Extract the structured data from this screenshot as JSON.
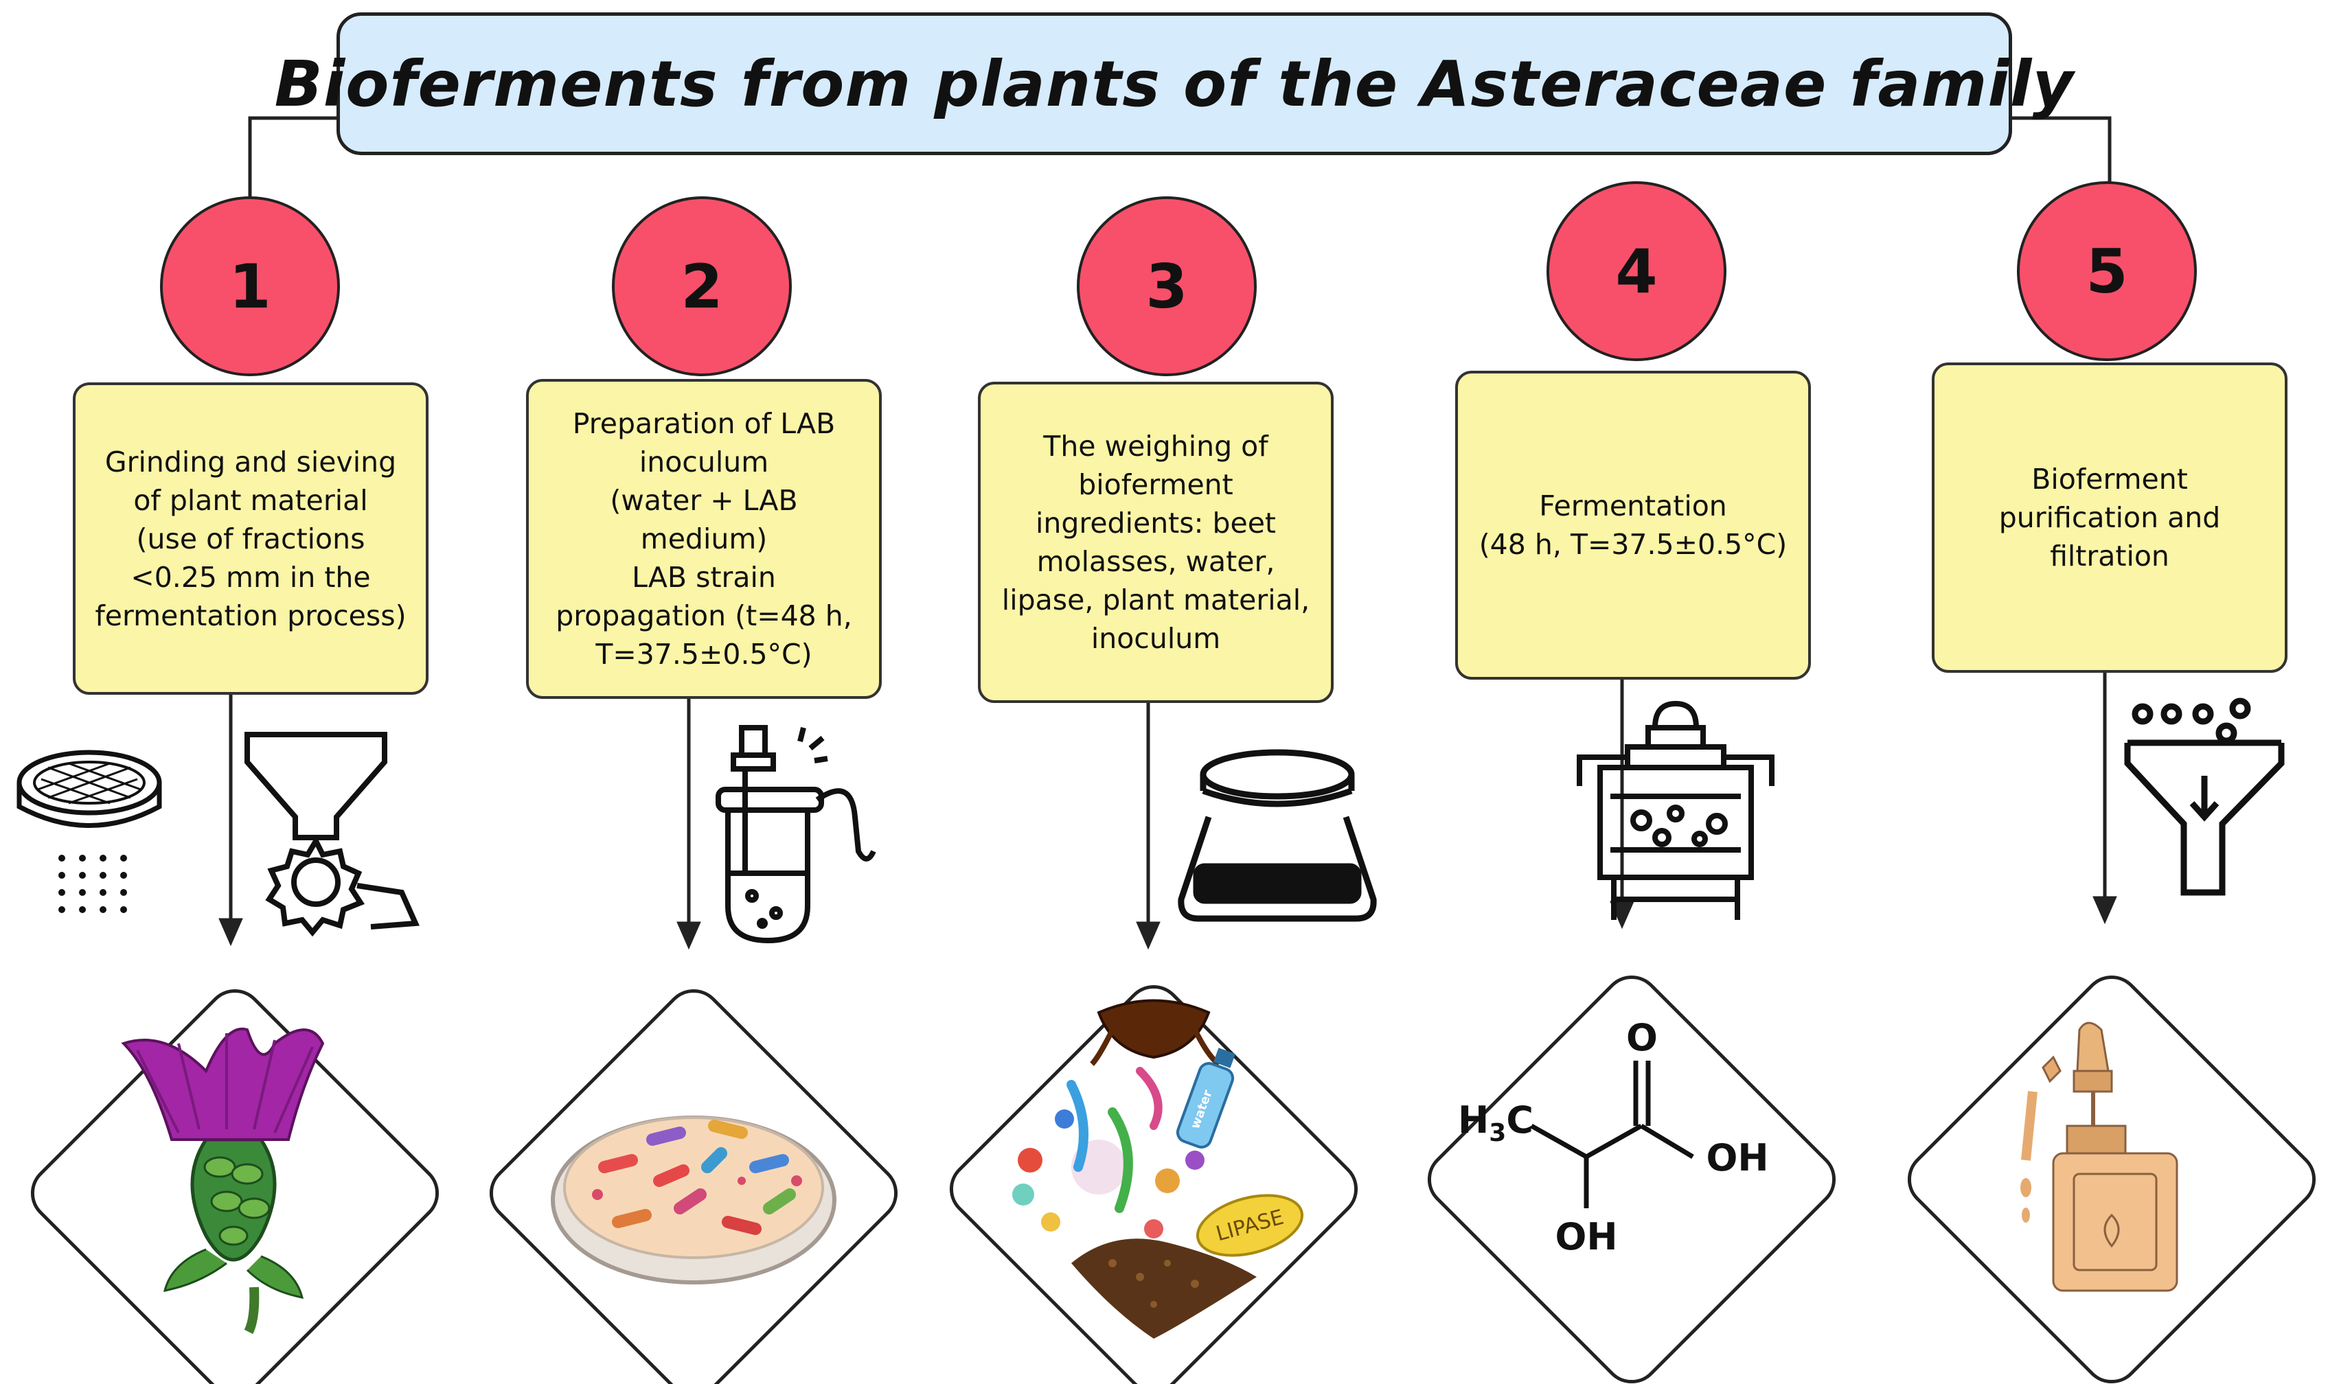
{
  "title": "Bioferments from plants of the Asteraceae family",
  "steps": [
    {
      "number": "1",
      "text": "Grinding and sieving\nof plant material\n(use of fractions\n<0.25 mm in the\nfermentation process)",
      "icons": [
        "sieve-icon",
        "grinder-icon"
      ],
      "image": "thistle-flower-image"
    },
    {
      "number": "2",
      "text": "Preparation of LAB\ninoculum\n(water + LAB\nmedium)\nLAB strain\npropagation (t=48 h,\nT=37.5±0.5°C)",
      "icons": [
        "culture-flask-icon"
      ],
      "image": "petri-dish-bacteria-image"
    },
    {
      "number": "3",
      "text": "The weighing of\nbioferment\ningredients: beet\nmolasses, water,\nlipase, plant material,\ninoculum",
      "icons": [
        "scale-icon"
      ],
      "image": "ingredients-collage-image"
    },
    {
      "number": "4",
      "text": "Fermentation\n(48 h, T=37.5±0.5°C)",
      "icons": [
        "fermenter-icon"
      ],
      "image": "lactic-acid-structure"
    },
    {
      "number": "5",
      "text": "Bioferment\npurification and\nfiltration",
      "icons": [
        "filter-funnel-icon"
      ],
      "image": "dropper-bottle-image"
    }
  ],
  "molecule": {
    "ch3": "H",
    "ch3_sub": "3",
    "ch3_c": "C",
    "o": "O",
    "oh1": "OH",
    "oh2": "OH"
  },
  "lipase_label": "LIPASE",
  "water_label": "water",
  "colors": {
    "circle": "#f8506a",
    "box": "#fbf5a7",
    "title_bg": "#d6ebfb",
    "stroke": "#222222"
  }
}
